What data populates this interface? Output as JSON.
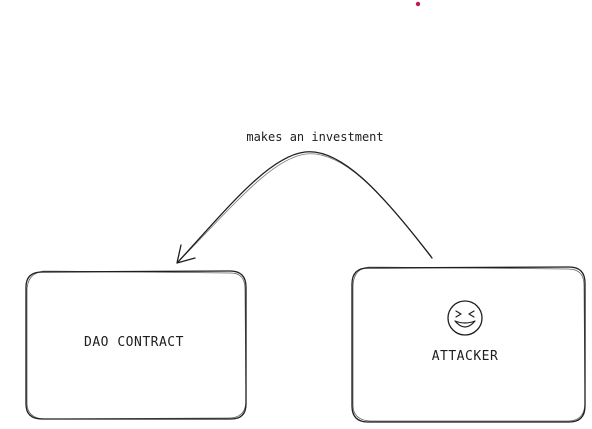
{
  "diagram": {
    "nodes": [
      {
        "id": "dao",
        "label": "DAO CONTRACT"
      },
      {
        "id": "attacker",
        "label": "ATTACKER",
        "icon": "laughing-face-icon"
      }
    ],
    "edges": [
      {
        "from": "attacker",
        "to": "dao",
        "label": "makes an investment"
      }
    ],
    "colors": {
      "stroke": "#1e1e1e",
      "background": "#ffffff",
      "dot": "#c2185b"
    }
  }
}
